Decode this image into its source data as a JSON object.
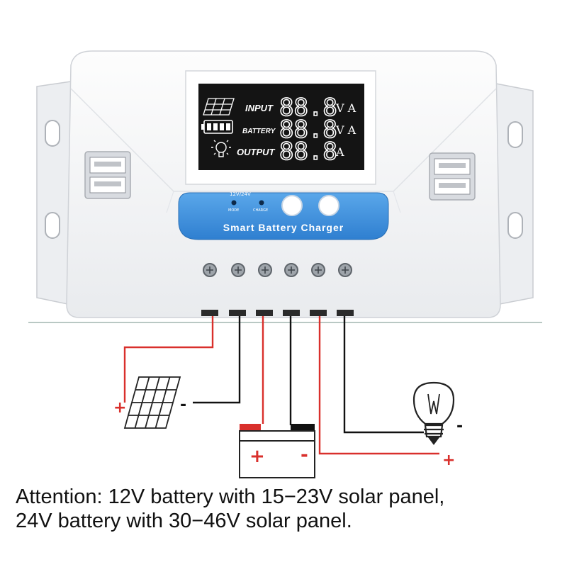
{
  "lcd": {
    "input_label": "INPUT",
    "battery_label": "BATTERY",
    "output_label": "OUTPUT",
    "input_value": "88.8",
    "battery_value": "88.8",
    "output_value": "88.8",
    "input_unit": "V A",
    "battery_unit": "V A",
    "output_unit": "A"
  },
  "panel": {
    "voltage_label": "12V/24V",
    "led_left_label": "MODE",
    "led_right_label": "CHARGE",
    "brand": "Smart Battery Charger"
  },
  "wiring": {
    "solar_plus": "+",
    "solar_minus": "-",
    "battery_plus": "+",
    "battery_minus": "-",
    "lamp_minus": "-",
    "lamp_plus": "+"
  },
  "notice": {
    "line1": "Attention: 12V battery with 15−23V solar panel,",
    "line2": "24V battery with 30−46V solar panel."
  },
  "colors": {
    "housing": "#f4f5f7",
    "lcd_bg": "#141414",
    "panel_blue": "#3b8fd9",
    "wire_red": "#d9302c",
    "wire_black": "#111111"
  }
}
